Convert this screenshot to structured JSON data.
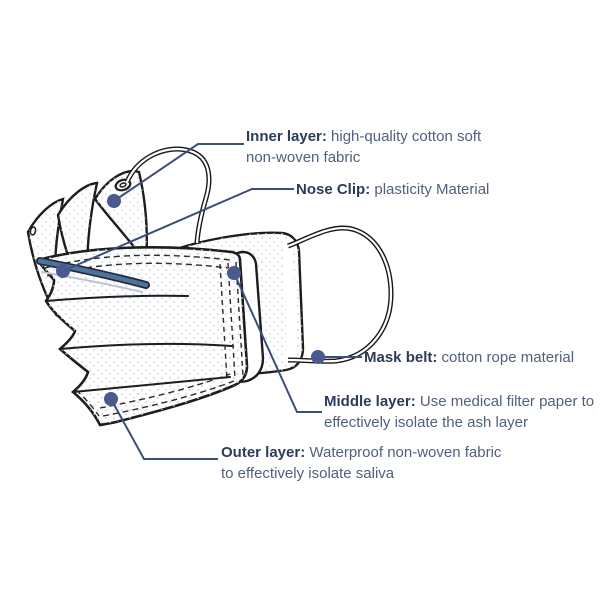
{
  "labels": {
    "inner": {
      "term": "Inner layer",
      "sep": ":",
      "desc": " high-quality cotton soft non-woven fabric"
    },
    "nose": {
      "term": "Nose Clip",
      "sep": ":",
      "desc": " plasticity Material"
    },
    "belt": {
      "term": "Mask belt",
      "sep": ":",
      "desc": " cotton rope material"
    },
    "middle": {
      "term": "Middle layer",
      "sep": ":",
      "desc": " Use medical filter paper to effectively isolate the ash layer"
    },
    "outer": {
      "term": "Outer layer",
      "sep": ":",
      "desc": " Waterproof non-woven fabric to effectively isolate saliva"
    }
  },
  "colors": {
    "term_text": "#2d3b5a",
    "desc_text": "#51607d",
    "leader_line": "#3e4e7b",
    "callout_dot": "#4a5a8f",
    "nose_clip_strip": "#4f7397",
    "mask_outline": "#1d1d1d",
    "fabric_dot": "#ccd4e2",
    "background": "#ffffff"
  }
}
